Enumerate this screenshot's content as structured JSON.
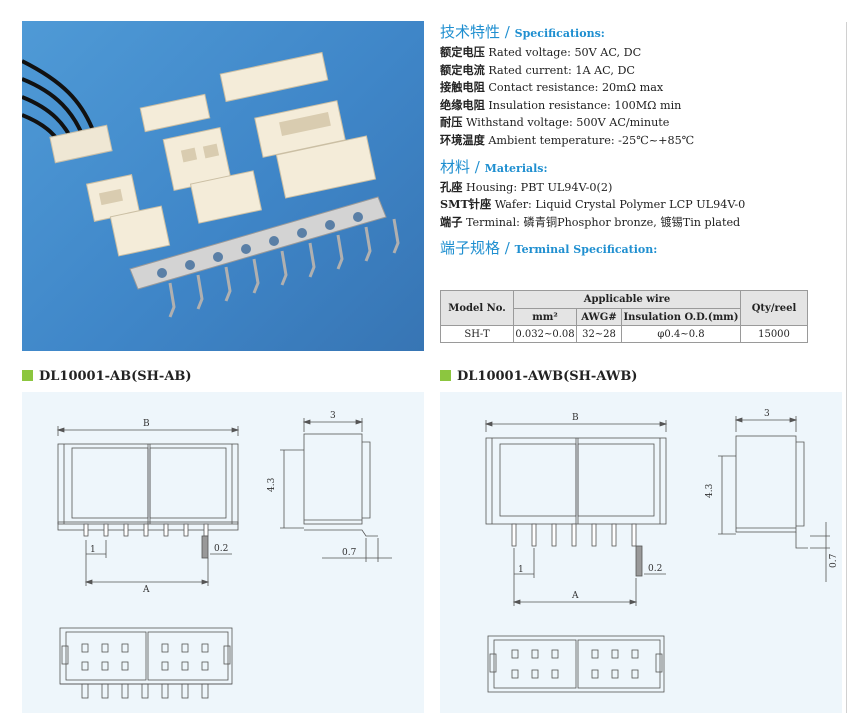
{
  "specifications": {
    "title_zh": "技术特性",
    "slash": "/",
    "title_en": "Specifications:",
    "rows": [
      {
        "zh": "额定电压",
        "en": "Rated voltage:",
        "value": "50V AC, DC"
      },
      {
        "zh": "额定电流",
        "en": "Rated current:",
        "value": "1A AC, DC"
      },
      {
        "zh": "接触电阻",
        "en": "Contact resistance:",
        "value": "20mΩ max"
      },
      {
        "zh": "绝缘电阻",
        "en": "Insulation resistance:",
        "value": "100MΩ min"
      },
      {
        "zh": "耐压",
        "en": "Withstand voltage:",
        "value": "500V AC/minute"
      },
      {
        "zh": "环境温度",
        "en": "Ambient temperature:",
        "value": "-25℃~+85℃"
      }
    ]
  },
  "materials": {
    "title_zh": "材料",
    "slash": "/",
    "title_en": "Materials:",
    "rows": [
      {
        "zh": "孔座",
        "en": "Housing:",
        "value": "PBT UL94V-0(2)"
      },
      {
        "zh": "SMT针座",
        "en": "Wafer:",
        "value": "Liquid Crystal Polymer LCP UL94V-0"
      },
      {
        "zh": "端子",
        "en": "Terminal:",
        "value": "磷青铜Phosphor bronze, 镀锡Tin plated"
      }
    ]
  },
  "terminal_spec": {
    "title_zh": "端子规格",
    "slash": "/",
    "title_en": "Terminal Specification:",
    "table": {
      "model_header": "Model No.",
      "group_header": "Applicable wire",
      "sub_headers": [
        "mm²",
        "AWG#",
        "Insulation O.D.(mm)"
      ],
      "qty_header": "Qty/reel",
      "rows": [
        {
          "model": "SH-T",
          "mm2": "0.032~0.08",
          "awg": "32~28",
          "od": "φ0.4~0.8",
          "qty": "15000"
        }
      ]
    }
  },
  "blocks": [
    {
      "title": "DL10001-AB(SH-AB)",
      "dim_b": "B",
      "dim_a": "A",
      "dim_pitch": "1",
      "dim_pin": "0.2",
      "dim_depth": "3",
      "dim_height": "4.3",
      "dim_lead": "0.7"
    },
    {
      "title": "DL10001-AWB(SH-AWB)",
      "dim_b": "B",
      "dim_a": "A",
      "dim_pitch": "1",
      "dim_pin": "0.2",
      "dim_depth": "3",
      "dim_height": "4.3",
      "dim_lead": "0.7"
    }
  ],
  "colors": {
    "accent": "#1f8fd0",
    "bullet": "#8cc63f",
    "photo_bg": "#4189cb",
    "drawing_bg": "#eef6fb"
  }
}
